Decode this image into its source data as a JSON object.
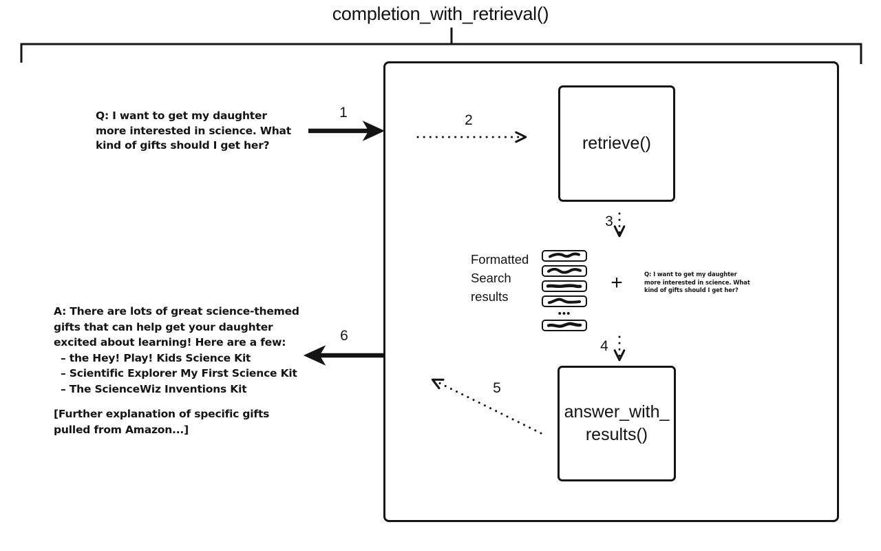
{
  "diagram": {
    "title": "completion_with_retrieval()",
    "left_column": {
      "question_lines": [
        "Q: I want to get my daughter",
        "more interested in science. What",
        "kind of gifts should I get her?"
      ],
      "answer_lines": [
        "A: There are lots of great science-themed",
        "gifts that can help get your daughter",
        "excited about learning! Here are a few:",
        "– the Hey! Play! Kids Science Kit",
        "– Scientific Explorer My First Science Kit",
        "– The ScienceWiz Inventions Kit"
      ],
      "answer_footer_lines": [
        "[Further explanation of specific gifts",
        "pulled from Amazon...]"
      ]
    },
    "boxes": {
      "retrieve": "retrieve()",
      "answer_with_results_line1": "answer_with_",
      "answer_with_results_line2": "results()"
    },
    "formatted_label_lines": [
      "Formatted",
      "Search",
      "results"
    ],
    "plus_symbol": "+",
    "doc_stack": {
      "ellipsis": "•••",
      "doc_count_top": 4,
      "doc_count_bottom": 1
    },
    "mini_question_lines": [
      "Q: I want to get my daughter",
      "more interested in science. What",
      "kind of gifts should I get her?"
    ],
    "step_numbers": {
      "one": "1",
      "two": "2",
      "three": "3",
      "four": "4",
      "five": "5",
      "six": "6"
    },
    "colors": {
      "stroke": "#141414",
      "background": "#ffffff",
      "text": "#121212"
    }
  }
}
